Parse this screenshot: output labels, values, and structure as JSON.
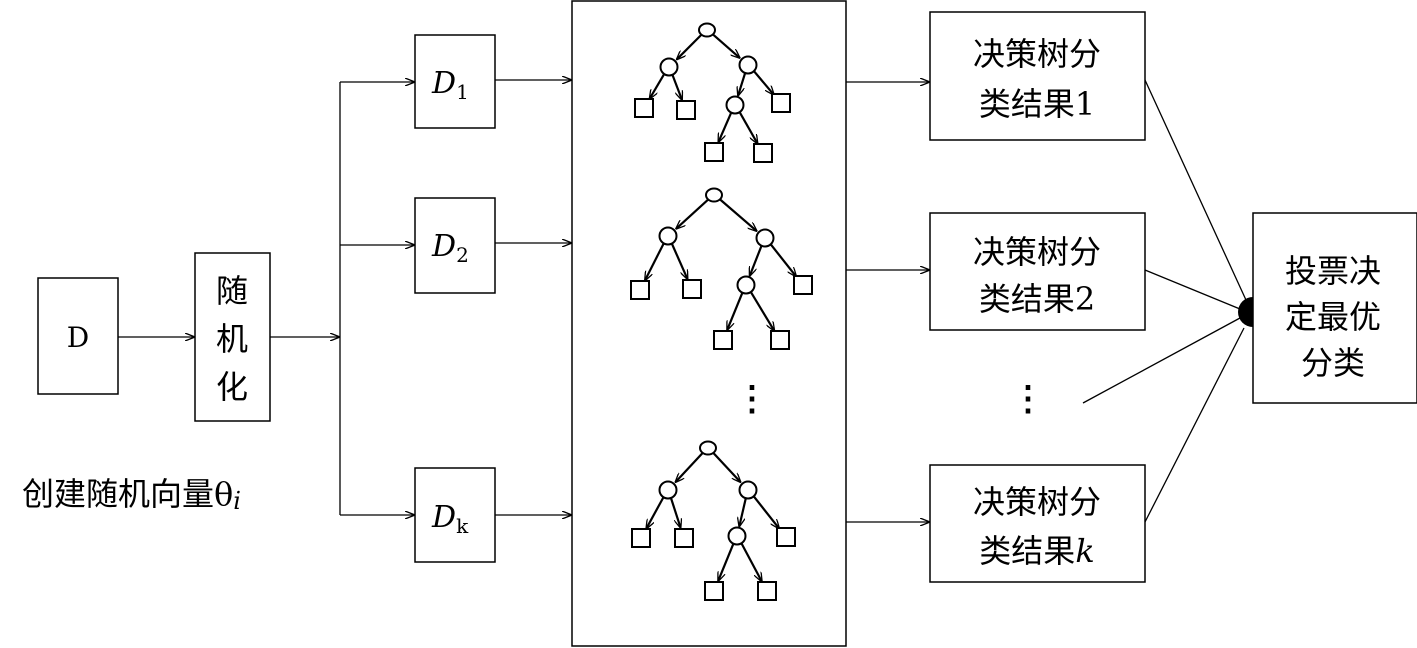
{
  "nodes": {
    "dataset": "D",
    "randomize": [
      "随",
      "机",
      "化"
    ],
    "subsets": [
      {
        "base": "D",
        "sub": "1"
      },
      {
        "base": "D",
        "sub": "2"
      },
      {
        "base": "D",
        "sub": "k"
      }
    ],
    "results": [
      {
        "line1": "决策树分",
        "line2": "类结果",
        "index": "1"
      },
      {
        "line1": "决策树分",
        "line2": "类结果",
        "index": "2"
      },
      {
        "line1": "决策树分",
        "line2": "类结果",
        "index": "k"
      }
    ],
    "vote": [
      "投票决",
      "定最优",
      "分类"
    ]
  },
  "caption": {
    "text": "创建随机向量θ",
    "sub": "i"
  },
  "ellipsis": "⋮"
}
